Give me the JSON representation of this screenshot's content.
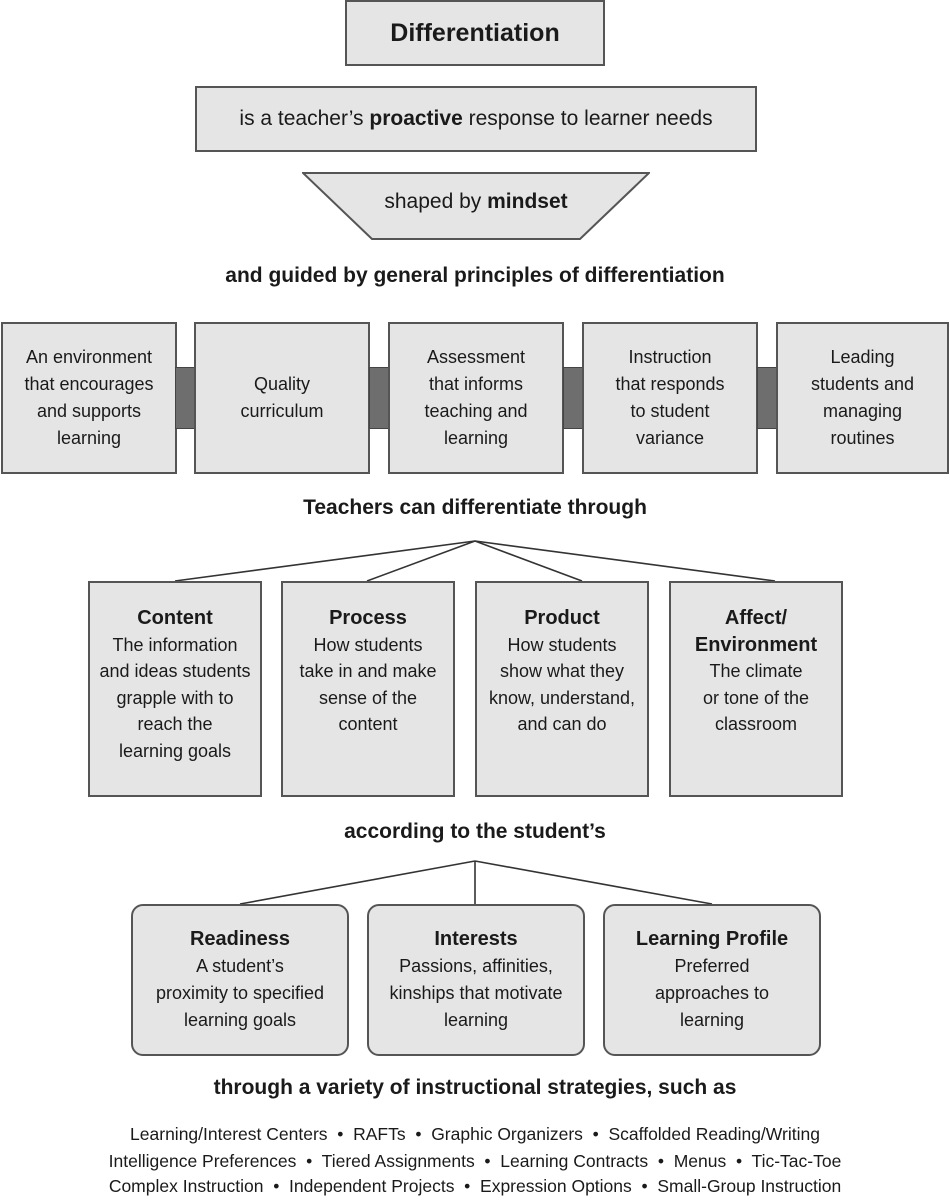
{
  "title": "Differentiation",
  "definition": {
    "before": "is a teacher’s ",
    "bold": "proactive",
    "after": " response to learner needs"
  },
  "mindset": {
    "before": "shaped by ",
    "bold": "mindset"
  },
  "principles_heading": "and guided by general principles of differentiation",
  "principles": [
    [
      "An environment",
      "that encourages",
      "and supports",
      "learning"
    ],
    [
      "Quality",
      "curriculum"
    ],
    [
      "Assessment",
      "that informs",
      "teaching and",
      "learning"
    ],
    [
      "Instruction",
      "that responds",
      "to student",
      "variance"
    ],
    [
      "Leading",
      "students and",
      "managing",
      "routines"
    ]
  ],
  "differentiate_heading": "Teachers can differentiate through",
  "ways": [
    {
      "title": [
        "Content"
      ],
      "desc": [
        "The information",
        "and ideas students",
        "grapple with to",
        "reach the",
        "learning goals"
      ]
    },
    {
      "title": [
        "Process"
      ],
      "desc": [
        "How students",
        "take in and make",
        "sense of the",
        "content"
      ]
    },
    {
      "title": [
        "Product"
      ],
      "desc": [
        "How students",
        "show what they",
        "know, understand,",
        "and can do"
      ]
    },
    {
      "title": [
        "Affect/",
        "Environment"
      ],
      "desc": [
        "The climate",
        "or tone of the",
        "classroom"
      ]
    }
  ],
  "according_heading": "according to the student’s",
  "traits": [
    {
      "title": "Readiness",
      "desc": [
        "A student’s",
        "proximity to specified",
        "learning goals"
      ]
    },
    {
      "title": "Interests",
      "desc": [
        "Passions, affinities,",
        "kinships that motivate",
        "learning"
      ]
    },
    {
      "title": "Learning Profile",
      "desc": [
        "Preferred",
        "approaches to",
        "learning"
      ]
    }
  ],
  "strategies_heading": "through a variety of instructional strategies, such as",
  "strategy_lines": [
    [
      "Learning/Interest Centers",
      "RAFTs",
      "Graphic Organizers",
      "Scaffolded Reading/Writing"
    ],
    [
      "Intelligence Preferences",
      "Tiered Assignments",
      "Learning Contracts",
      "Menus",
      "Tic-Tac-Toe"
    ],
    [
      "Complex Instruction",
      "Independent Projects",
      "Expression Options",
      "Small-Group Instruction"
    ]
  ]
}
